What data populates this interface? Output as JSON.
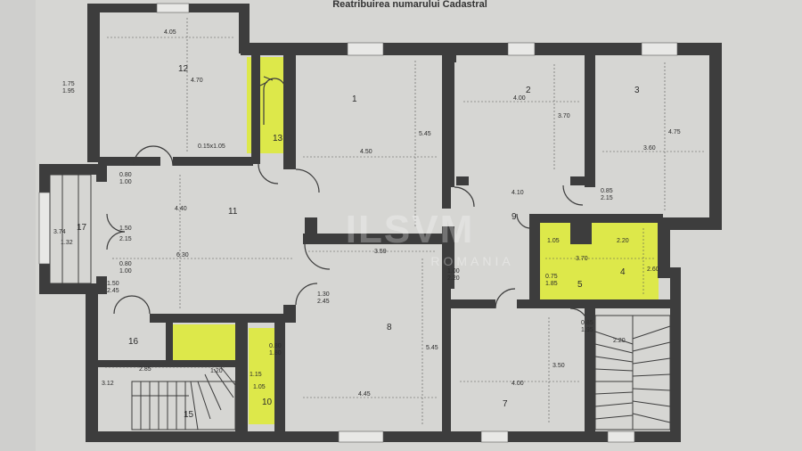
{
  "header": {
    "title": "Reatribuirea numarului Cadastral"
  },
  "watermark": {
    "brand": "ILSVM",
    "sub": "ROMANIA"
  },
  "rooms": {
    "r1": "1",
    "r2": "2",
    "r3": "3",
    "r4": "4",
    "r5": "5",
    "r7": "7",
    "r8": "8",
    "r9": "9",
    "r10": "10",
    "r11": "11",
    "r12": "12",
    "r13": "13",
    "r15": "15",
    "r16": "16",
    "r17": "17"
  },
  "dims": {
    "d12w": "4.05",
    "d12h": "4.70",
    "d12s": "0.15x1.05",
    "d_top1": "1.75",
    "d_top2": "1.95",
    "d1w": "4.50",
    "d1h": "5.45",
    "d2w": "4.00",
    "d2h": "3.70",
    "d3w": "3.60",
    "d3h": "4.75",
    "d9w": "4.10",
    "d9a": "0.85",
    "d9b": "2.15",
    "d9c": "1.05",
    "d4w": "2.20",
    "d4a": "1.05",
    "d4b": "3.70",
    "d4h": "2.60",
    "d11w": "6.30",
    "d11h": "4.40",
    "d11a": "0.80",
    "d11b": "1.00",
    "d11c": "1.50",
    "d11d": "2.15",
    "d11e": "0.80",
    "d11f": "1.00",
    "d11g": "1.50",
    "d11h2": "2.45",
    "d17a": "3.74",
    "d17b": "1.32",
    "d8a": "3.59",
    "d8h": "5.45",
    "d8w": "4.45",
    "d8d1": "1.00",
    "d8d2": "2.20",
    "d8d3": "1.30",
    "d8d4": "2.45",
    "d7w": "4.00",
    "d7h": "3.50",
    "d7a": "0.85",
    "d7b": "1.95",
    "dst": "2.20",
    "d16w": "2.85",
    "d16h": "3.12",
    "d16s": "1.20",
    "d10a": "0.80",
    "d10b": "1.80",
    "d10c": "1.05",
    "d10d": "1.15",
    "d5a": "0.75",
    "d5b": "1.85"
  },
  "colors": {
    "wall": "#3d3d3d",
    "highlight": "#dde84a",
    "paper": "#cfcfcd"
  }
}
